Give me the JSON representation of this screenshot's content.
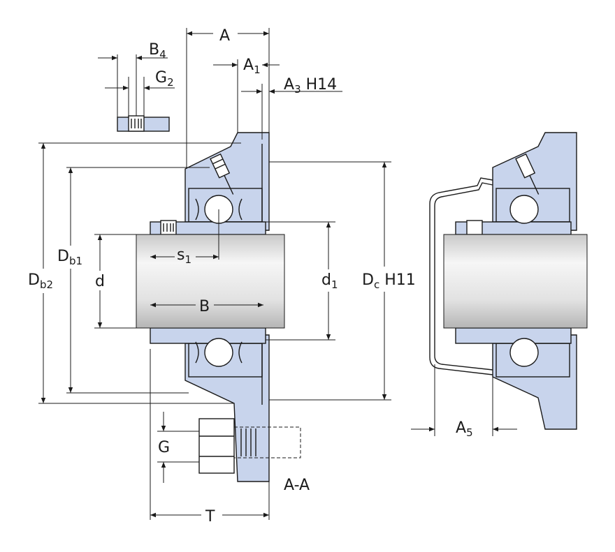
{
  "colors": {
    "part_fill": "#c8d4ec",
    "shaft_light": "#f4f4f4",
    "shaft_dark": "#b9b9b9",
    "line": "#1a1a1a"
  },
  "labels": {
    "A": {
      "main": "A",
      "sub": ""
    },
    "A1": {
      "main": "A",
      "sub": "1"
    },
    "A3": {
      "main": "A",
      "sub": "3",
      "suffix": " H14"
    },
    "B4": {
      "main": "B",
      "sub": "4"
    },
    "G2": {
      "main": "G",
      "sub": "2"
    },
    "Db1": {
      "main": "D",
      "sub": "b1"
    },
    "Db2": {
      "main": "D",
      "sub": "b2"
    },
    "d": {
      "main": "d",
      "sub": ""
    },
    "s1": {
      "main": "s",
      "sub": "1"
    },
    "B": {
      "main": "B",
      "sub": ""
    },
    "d1": {
      "main": "d",
      "sub": "1"
    },
    "Dc": {
      "main": "D",
      "sub": "c",
      "suffix": " H11"
    },
    "G": {
      "main": "G",
      "sub": ""
    },
    "T": {
      "main": "T",
      "sub": ""
    },
    "A5": {
      "main": "A",
      "sub": "5"
    },
    "section": {
      "main": "A-A",
      "sub": ""
    }
  }
}
